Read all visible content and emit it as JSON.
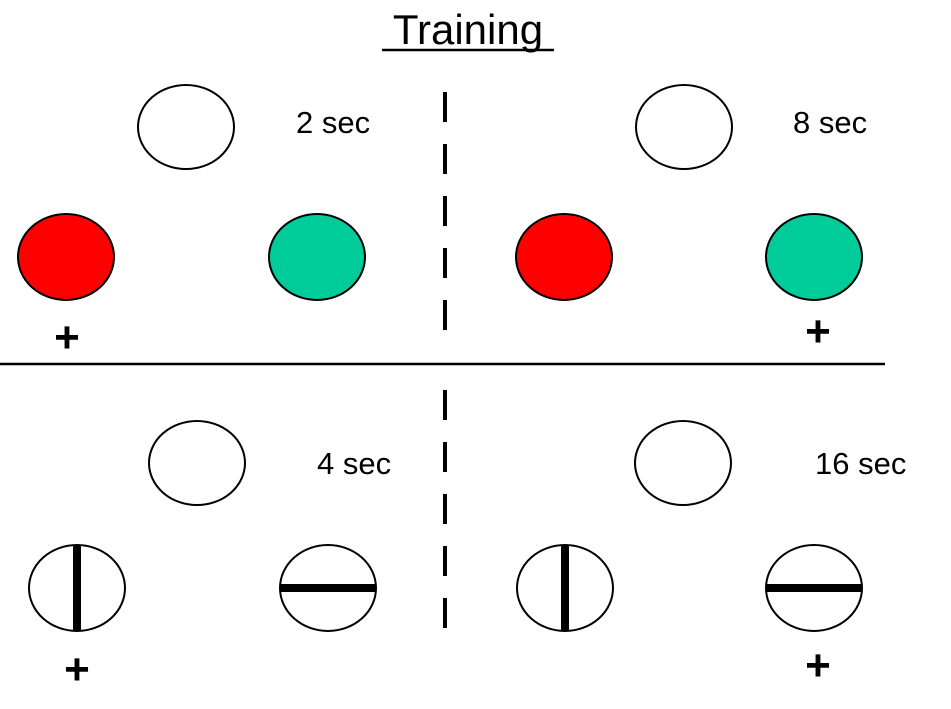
{
  "title": "Training",
  "colors": {
    "red": "#ff0000",
    "green": "#00cc99",
    "white": "#ffffff",
    "stroke": "#000000"
  },
  "panels": [
    {
      "id": "top-left",
      "duration": "2 sec",
      "stimulus_type": "color",
      "left_choice": {
        "kind": "color",
        "color": "red"
      },
      "right_choice": {
        "kind": "color",
        "color": "green"
      },
      "correct": "left",
      "marker": "+"
    },
    {
      "id": "top-right",
      "duration": "8 sec",
      "stimulus_type": "color",
      "left_choice": {
        "kind": "color",
        "color": "red"
      },
      "right_choice": {
        "kind": "color",
        "color": "green"
      },
      "correct": "right",
      "marker": "+"
    },
    {
      "id": "bottom-left",
      "duration": "4 sec",
      "stimulus_type": "line",
      "left_choice": {
        "kind": "line",
        "orientation": "vertical"
      },
      "right_choice": {
        "kind": "line",
        "orientation": "horizontal"
      },
      "correct": "left",
      "marker": "+"
    },
    {
      "id": "bottom-right",
      "duration": "16 sec",
      "stimulus_type": "line",
      "left_choice": {
        "kind": "line",
        "orientation": "vertical"
      },
      "right_choice": {
        "kind": "line",
        "orientation": "horizontal"
      },
      "correct": "right",
      "marker": "+"
    }
  ]
}
